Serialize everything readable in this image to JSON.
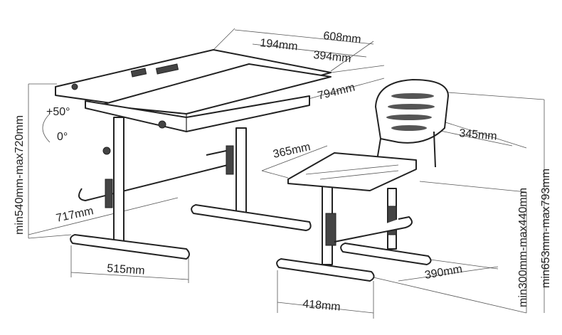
{
  "diagram": {
    "desk": {
      "width_total": "608mm",
      "width_fixed": "194mm",
      "width_tilt": "394mm",
      "depth": "794mm",
      "tilt_max": "+50°",
      "tilt_min": "0°",
      "height_range": "min540mm-max720mm",
      "foot_depth": "717mm",
      "foot_width": "515mm"
    },
    "chair": {
      "back_width": "345mm",
      "seat_width": "365mm",
      "seat_height_range": "min300mm-max440mm",
      "back_height_range": "min653mm-max793mm",
      "foot_depth": "390mm",
      "foot_width": "418mm"
    }
  }
}
